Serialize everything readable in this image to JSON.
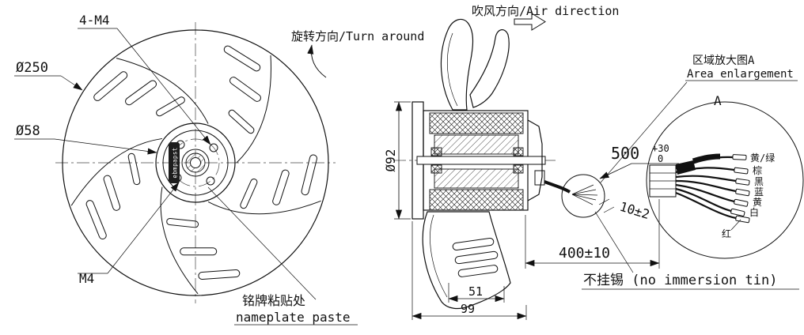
{
  "left_view": {
    "label_4m4": "4-M4",
    "label_dia250": "Ø250",
    "label_dia58": "Ø58",
    "label_m4": "M4",
    "brand": "ebmpapst"
  },
  "section_view": {
    "label_dia92": "Ø92",
    "dim_500": "500",
    "dim_500_tol_upper": "+30",
    "dim_500_tol_lower": "0",
    "dim_10": "10±2",
    "dim_400": "400±10",
    "dim_51": "51",
    "dim_99": "99"
  },
  "annotations": {
    "rotation": "旋转方向/Turn around",
    "air_direction": "吹风方向/Air direction",
    "nameplate_cn": "铭牌粘贴处",
    "nameplate_en": "nameplate paste",
    "detail_ref_cn": "区域放大图A",
    "detail_ref_en": "Area enlargement",
    "detail_letter": "A",
    "no_tin": "不挂锡 (no immersion tin)"
  },
  "wires": [
    "黄/绿",
    "棕",
    "黑",
    "蓝",
    "黄",
    "白",
    "红"
  ]
}
